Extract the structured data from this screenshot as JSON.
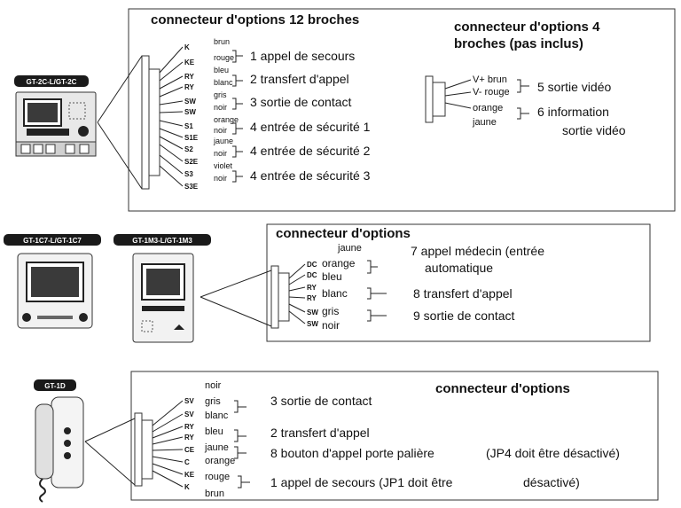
{
  "panel1": {
    "model": "GT-2C-L/GT-2C",
    "title": "connecteur d'options 12 broches",
    "pins": [
      "K",
      "KE",
      "RY",
      "RY",
      "SW",
      "SW",
      "S1",
      "S1E",
      "S2",
      "S2E",
      "S3",
      "S3E"
    ],
    "wires": [
      "brun",
      "rouge",
      "bleu",
      "blanc",
      "gris",
      "noir",
      "orange",
      "noir",
      "jaune",
      "noir",
      "violet",
      "noir"
    ],
    "functions": [
      "1 appel de secours",
      "2 transfert d'appel",
      "3 sortie de contact",
      "4 entrée de sécurité 1",
      "4 entrée de sécurité 2",
      "4 entrée de sécurité 3"
    ],
    "sub_title_1": "connecteur d'options 4",
    "sub_title_2": "broches (pas inclus)",
    "sub_wires": [
      "V+ brun",
      "V- rouge",
      "orange",
      "jaune"
    ],
    "sub_functions": [
      "5 sortie vidéo",
      "6 information",
      "sortie vidéo"
    ]
  },
  "panel2": {
    "models": [
      "GT-1C7-L/GT-1C7",
      "GT-1M3-L/GT-1M3"
    ],
    "title": "connecteur d'options",
    "pins": [
      "DC",
      "DC",
      "RY",
      "RY",
      "SW",
      "SW"
    ],
    "wires": [
      "jaune",
      "orange",
      "bleu",
      "blanc",
      "gris",
      "noir"
    ],
    "functions": [
      "7 appel médecin (entrée",
      "automatique",
      "8 transfert d'appel",
      "9 sortie de contact"
    ]
  },
  "panel3": {
    "model": "GT-1D",
    "title": "connecteur d'options",
    "pins": [
      "SV",
      "SV",
      "RY",
      "RY",
      "CE",
      "C",
      "KE",
      "K"
    ],
    "wires": [
      "noir",
      "gris",
      "blanc",
      "bleu",
      "jaune",
      "orange",
      "rouge",
      "brun"
    ],
    "functions": [
      "3 sortie de contact",
      "2 transfert d'appel",
      "8 bouton d'appel porte palière",
      "(JP4 doit être désactivé)",
      "1 appel de secours (JP1 doit être",
      "désactivé)"
    ]
  }
}
